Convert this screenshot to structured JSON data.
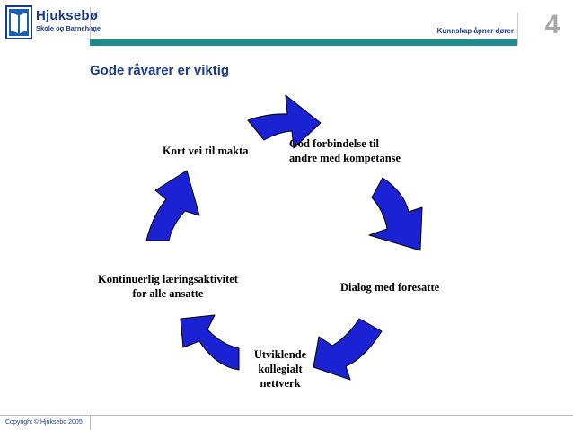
{
  "header": {
    "logo_title": "Hjuksebø",
    "logo_subtitle": "Skole og Barnehage",
    "tagline": "Kunnskap åpner dører",
    "page_number": "4"
  },
  "slide": {
    "title": "Gode råvarer er viktig"
  },
  "cycle": {
    "label_top_left": "Kort vei til makta",
    "label_top_right": [
      "God forbindelse til",
      "andre med kompetanse"
    ],
    "label_right": "Dialog med foresatte",
    "label_bottom": [
      "Utviklende",
      "kollegialt",
      "nettverk"
    ],
    "label_left": [
      "Kontinuerlig læringsaktivitet",
      "for alle ansatte"
    ],
    "arrow_color": "#1a22d4"
  },
  "footer": {
    "copyright": "Copyright © Hjuksebo 2005"
  },
  "colors": {
    "brand": "#1a3b8a",
    "teal": "#1e8c8c",
    "page_number": "#a8a8a8"
  }
}
